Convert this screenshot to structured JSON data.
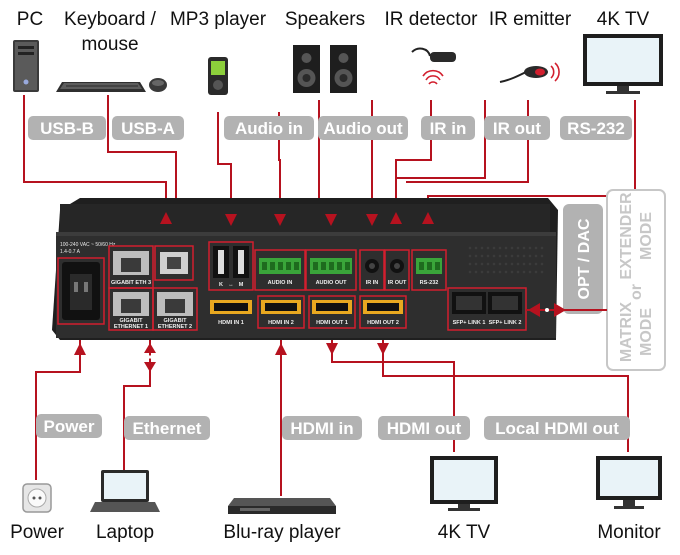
{
  "devices_top": {
    "pc": "PC",
    "keyboard_mouse_line1": "Keyboard /",
    "keyboard_mouse_line2": "mouse",
    "mp3_player": "MP3 player",
    "speakers": "Speakers",
    "ir_detector": "IR detector",
    "ir_emitter": "IR emitter",
    "tv_4k_top": "4K TV"
  },
  "connections_top": {
    "usb_b": "USB-B",
    "usb_a": "USB-A",
    "audio_in": "Audio in",
    "audio_out": "Audio out",
    "ir_in": "IR in",
    "ir_out": "IR out",
    "rs232": "RS-232"
  },
  "connections_bottom": {
    "power": "Power",
    "ethernet": "Ethernet",
    "hdmi_in": "HDMI in",
    "hdmi_out": "HDMI out",
    "local_hdmi_out": "Local HDMI out"
  },
  "devices_bottom": {
    "power": "Power",
    "laptop": "Laptop",
    "bluray_player": "Blu-ray player",
    "tv_4k": "4K TV",
    "monitor": "Monitor"
  },
  "modes": {
    "opt_dac": "OPT / DAC",
    "extender_line1": "EXTENDER",
    "extender_line2": "MODE",
    "or": "or",
    "matrix_line1": "MATRIX",
    "matrix_line2": "MODE"
  },
  "panel_labels": {
    "power_rating_line1": "100-240 VAC ~ 50/60 Hz",
    "power_rating_line2": "1.4-0.7 A",
    "gigabit_eth3": "GIGABIT ETH 3",
    "gigabit_eth1_line1": "GIGABIT",
    "gigabit_eth1_line2": "ETHERNET 1",
    "gigabit_eth2_line1": "GIGABIT",
    "gigabit_eth2_line2": "ETHERNET 2",
    "usb_k": "K",
    "usb_sep": "↔",
    "usb_m": "M",
    "hdmi_in1": "HDMI IN 1",
    "hdmi_in2": "HDMI IN 2",
    "hdmi_out1": "HDMI OUT 1",
    "hdmi_out2": "HDMI OUT 2",
    "audio_in": "AUDIO IN",
    "audio_out": "AUDIO OUT",
    "ir_in": "IR IN",
    "ir_out": "IR OUT",
    "rs232": "RS-232",
    "sfp_link1": "SFP+ LINK 1",
    "sfp_link2": "SFP+ LINK 2"
  },
  "colors": {
    "wire": "#b6121f",
    "tag_bg": "#b2b2b2",
    "chassis": "#2b2b2b",
    "port_highlight": "#d21f2e",
    "terminal_green": "#3aa53a"
  },
  "icons": {
    "pc": "pc-tower-icon",
    "keyboard": "keyboard-icon",
    "mouse": "mouse-icon",
    "mp3": "mp3-player-icon",
    "speakers": "speakers-icon",
    "ir_detector": "ir-detector-icon",
    "ir_emitter": "ir-emitter-icon",
    "tv": "tv-icon",
    "power_socket": "power-socket-icon",
    "laptop": "laptop-icon",
    "bluray": "bluray-player-icon",
    "monitor": "monitor-icon"
  }
}
